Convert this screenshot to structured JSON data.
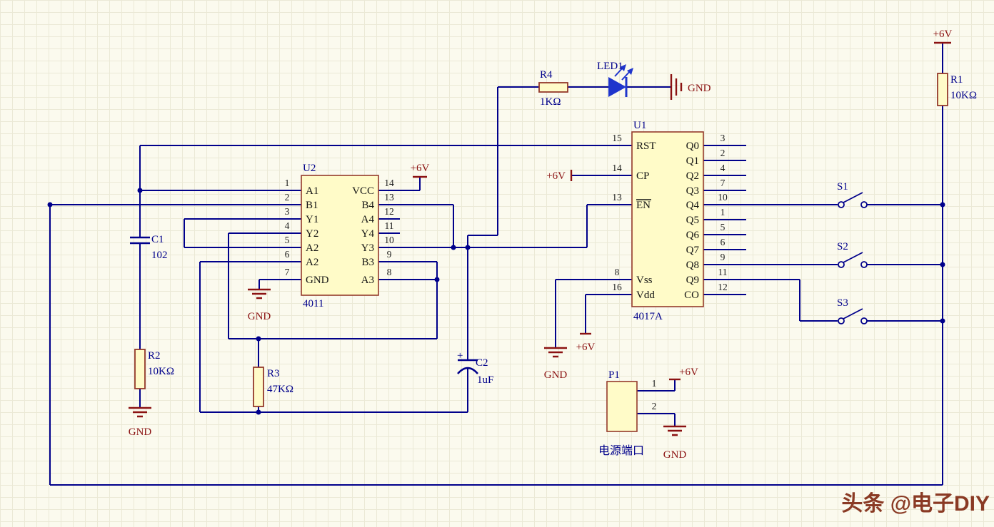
{
  "colors": {
    "wire": "#00008b",
    "component_outline": "#94392a",
    "component_fill": "#fffbc8",
    "power": "#8b1212",
    "designator": "#00008b",
    "led": "#1f35cc",
    "background": "#fbfaee",
    "watermark": "#8a3a24"
  },
  "u2": {
    "designator": "U2",
    "part": "4011",
    "left_pins": [
      {
        "num": "1",
        "name": "A1"
      },
      {
        "num": "2",
        "name": "B1"
      },
      {
        "num": "3",
        "name": "Y1"
      },
      {
        "num": "4",
        "name": "Y2"
      },
      {
        "num": "5",
        "name": "A2"
      },
      {
        "num": "6",
        "name": "A2"
      },
      {
        "num": "7",
        "name": "GND"
      }
    ],
    "right_pins": [
      {
        "num": "14",
        "name": "VCC"
      },
      {
        "num": "13",
        "name": "B4"
      },
      {
        "num": "12",
        "name": "A4"
      },
      {
        "num": "11",
        "name": "Y4"
      },
      {
        "num": "10",
        "name": "Y3"
      },
      {
        "num": "9",
        "name": "B3"
      },
      {
        "num": "8",
        "name": "A3"
      }
    ]
  },
  "u1": {
    "designator": "U1",
    "part": "4017A",
    "left_pins": [
      {
        "num": "15",
        "name": "RST"
      },
      {
        "num": "14",
        "name": "CP"
      },
      {
        "num": "13",
        "name": "EN"
      },
      {
        "num": "8",
        "name": "Vss"
      },
      {
        "num": "16",
        "name": "Vdd"
      }
    ],
    "right_pins": [
      {
        "num": "3",
        "name": "Q0"
      },
      {
        "num": "2",
        "name": "Q1"
      },
      {
        "num": "4",
        "name": "Q2"
      },
      {
        "num": "7",
        "name": "Q3"
      },
      {
        "num": "10",
        "name": "Q4"
      },
      {
        "num": "1",
        "name": "Q5"
      },
      {
        "num": "5",
        "name": "Q6"
      },
      {
        "num": "6",
        "name": "Q7"
      },
      {
        "num": "9",
        "name": "Q8"
      },
      {
        "num": "11",
        "name": "Q9"
      },
      {
        "num": "12",
        "name": "CO"
      }
    ]
  },
  "resistors": {
    "r1": {
      "ref": "R1",
      "value": "10KΩ"
    },
    "r2": {
      "ref": "R2",
      "value": "10KΩ"
    },
    "r3": {
      "ref": "R3",
      "value": "47KΩ"
    },
    "r4": {
      "ref": "R4",
      "value": "1KΩ"
    }
  },
  "capacitors": {
    "c1": {
      "ref": "C1",
      "value": "102"
    },
    "c2": {
      "ref": "C2",
      "value": "1uF",
      "polarity": "+"
    }
  },
  "led": {
    "ref": "LED1"
  },
  "switches": {
    "s1": "S1",
    "s2": "S2",
    "s3": "S3"
  },
  "connector": {
    "ref": "P1",
    "label": "电源端口",
    "pin1": "1",
    "pin2": "2"
  },
  "power": {
    "vcc": "+6V",
    "gnd": "GND"
  },
  "watermark": "头条 @电子DIY"
}
